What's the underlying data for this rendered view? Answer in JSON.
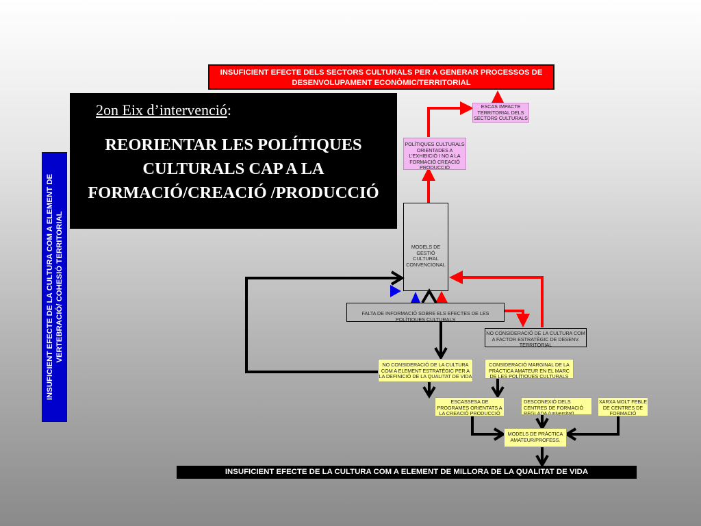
{
  "top_banner": "INSUFICIENT EFECTE DELS SECTORS CULTURALS PER A GENERAR PROCESSOS DE DESENVOLUPAMENT ECONÒMIC/TERRITORIAL",
  "side_banner": "INSUFICIENT EFECTE DE LA CULTURA COM A ELEMENT DE VERTEBRACIÓ/ COHESIÓ TERRITORIAL",
  "title_panel": {
    "subtitle": "2on Eix d’intervenció",
    "subtitle_colon": ":",
    "title": "REORIENTAR LES POLÍTIQUES CULTURALS CAP A LA FORMACIÓ/CREACIÓ /PRODUCCIÓ"
  },
  "boxes": {
    "escas_impacte": "ESCAS IMPACTE TERRITORIAL DELS SECTORS CULTURALS",
    "politiques_exhibicio": "POLÍTIQUES CULTURALS ORIENTADES A L’EXHIBICIÓ I NO A LA FORMACIÓ CREACIÓ PRODUCCIÓ",
    "models_convencional": "MODELS DE GESTIÓ CULTURAL CONVENCIONAL",
    "falta_informacio": "FALTA DE INFORMACIÓ SOBRE ELS EFECTES DE LES POLÍTIQUES CULTURALS",
    "no_consideracio_factor": "NO CONSIDERACIÓ DE LA CULTURA COM A FACTOR ESTRATÈGIC DE DESENV. TERRITORIAL",
    "no_consideracio_element": "NO CONSIDERACIÓ DE LA CULTURA COM A ELEMENT ESTRATÈGIC PER A LA DEFINICIÓ DE LA QUALITAT DE VIDA",
    "consideracio_marginal": "CONSIDERACIÓ MARGINAL DE LA PRÀCTICA AMATEUR EN EL MARC DE LES POLÍTIQUES CULTURALS",
    "escassesa_programes": "ESCASSESA DE PROGRAMES ORIENTATS A LA CREACIÓ PRODUCCIÓ",
    "desconnexio_centres": "DESCONEXIÓ DELS CENTRES DE FORMACIÓ REGLADA (universitat)",
    "xarxa_feble": "XARXA MOLT FEBLE DE CENTRES DE FORMACIÓ",
    "models_amateur": "MODELS DE PRÀCTICA AMATEUR/PROFESS."
  },
  "bottom_banner": "INSUFICIENT EFECTE DE LA CULTURA COM A ELEMENT DE MILLORA DE LA QUALITAT DE VIDA",
  "colors": {
    "red": "#ff0000",
    "black": "#000000",
    "blue": "#0000cc",
    "pink": "#f3b7f1",
    "yellow": "#ffff99",
    "grey": "#b9b9b9"
  }
}
